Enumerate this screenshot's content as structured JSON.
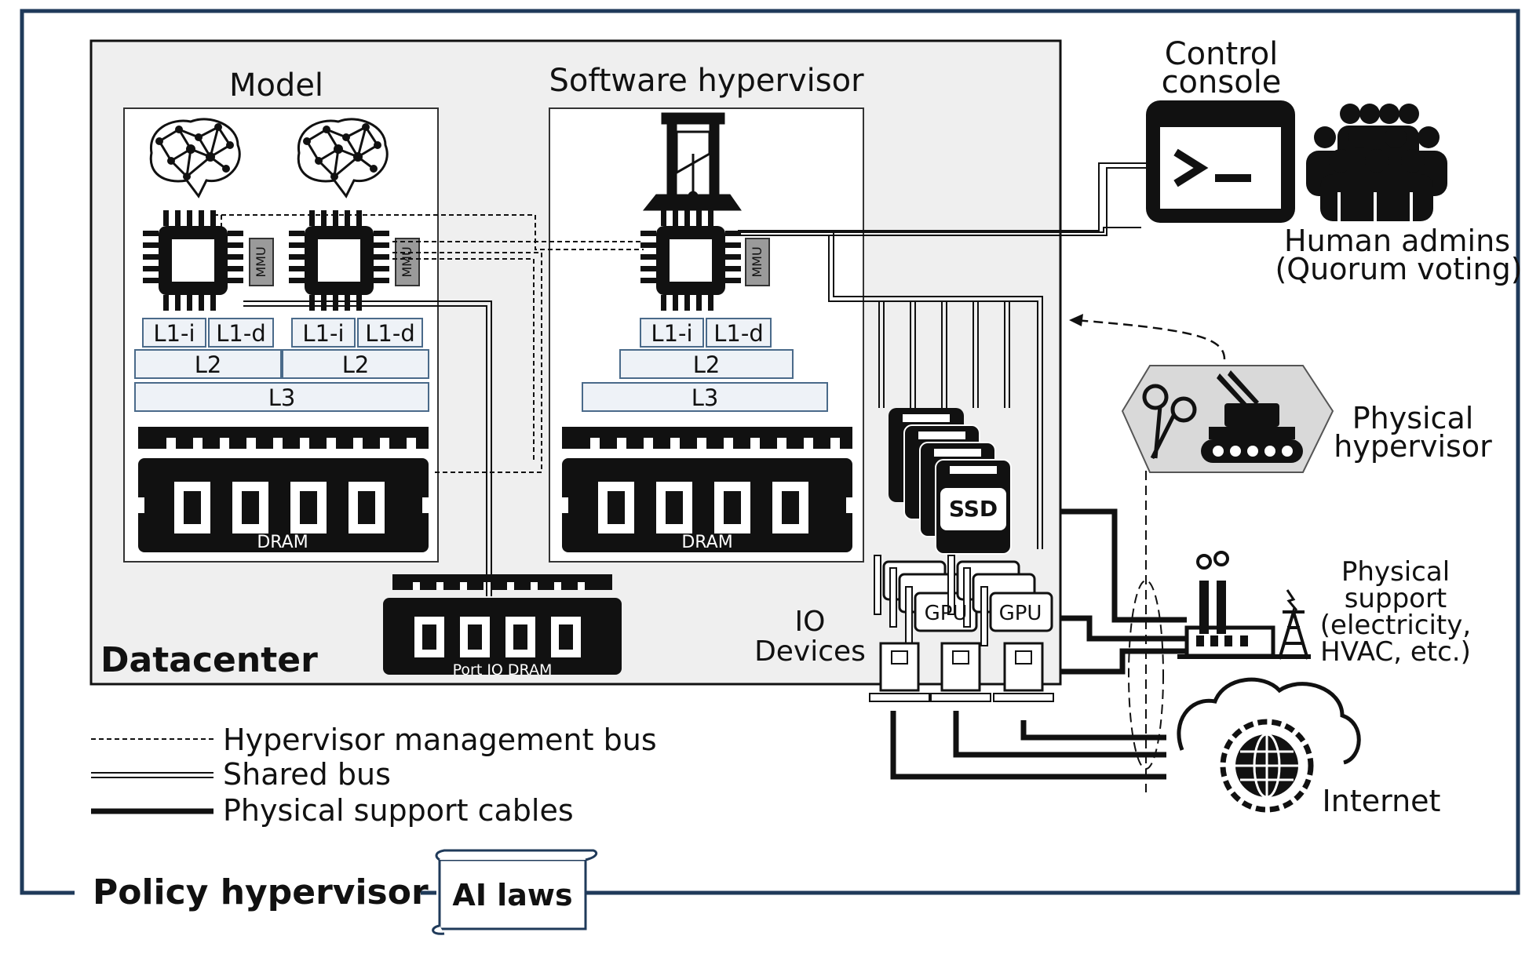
{
  "datacenter": {
    "label": "Datacenter"
  },
  "model": {
    "title": "Model",
    "mmu_label": "MMU",
    "cache": {
      "l1i": "L1-i",
      "l1d": "L1-d",
      "l2": "L2",
      "l3": "L3"
    },
    "dram_label": "DRAM"
  },
  "hypervisor": {
    "title": "Software hypervisor",
    "mmu_label": "MMU",
    "cache": {
      "l1i": "L1-i",
      "l1d": "L1-d",
      "l2": "L2",
      "l3": "L3"
    },
    "dram_label": "DRAM"
  },
  "port_io_dram": {
    "label": "Port IO DRAM"
  },
  "io": {
    "label_line1": "IO",
    "label_line2": "Devices",
    "ssd_label": "SSD",
    "gpu_label": "GPU"
  },
  "control_console": {
    "title_line1": "Control",
    "title_line2": "console",
    "admins_line1": "Human admins",
    "admins_line2": "(Quorum voting)"
  },
  "physical_hypervisor": {
    "line1": "Physical",
    "line2": "hypervisor"
  },
  "physical_support": {
    "line1": "Physical",
    "line2": "support",
    "line3": "(electricity,",
    "line4": "HVAC, etc.)"
  },
  "internet": {
    "label": "Internet"
  },
  "legend": {
    "management_bus": "Hypervisor management bus",
    "shared_bus": "Shared bus",
    "support_cables": "Physical support cables"
  },
  "policy": {
    "label": "Policy hypervisor",
    "scroll_label": "AI laws"
  },
  "colors": {
    "frame": "#1f3a5a",
    "panel": "#efefef",
    "dark": "#111111",
    "mmu": "#9a9a9a",
    "cache_border": "#4a6a8a"
  }
}
